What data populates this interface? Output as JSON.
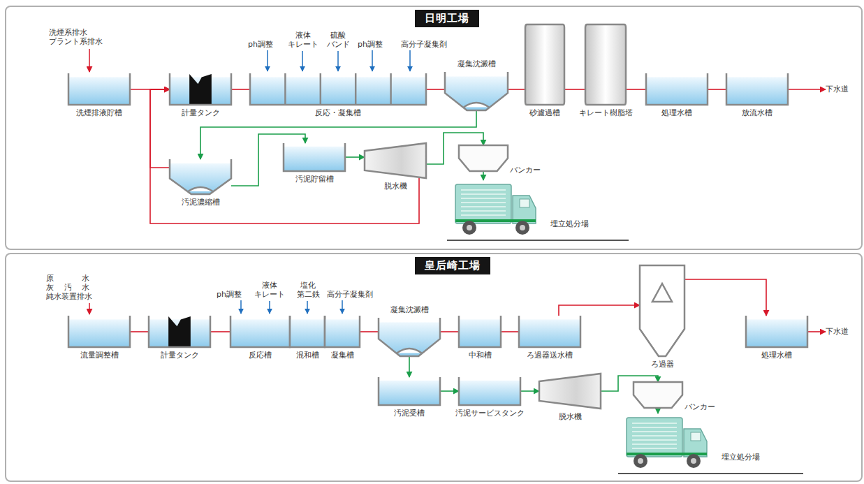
{
  "diagram": {
    "nodes": [
      {
        "text": [
          "日明工場"
        ]
      },
      {
        "text": [
          "洗煙排液貯槽"
        ],
        "in": 0
      },
      {
        "text": [
          "計量タンク"
        ],
        "in": 0
      },
      {
        "text": [
          "反応・凝集槽"
        ],
        "in": 0
      },
      {
        "text": [
          "凝集沈澱槽"
        ],
        "in": 0
      },
      {
        "text": [
          "砂濾過槽"
        ],
        "in": 0
      },
      {
        "text": [
          "キレート樹脂塔"
        ],
        "in": 0
      },
      {
        "text": [
          "処理水槽"
        ],
        "in": 0
      },
      {
        "text": [
          "放流水槽"
        ],
        "in": 0
      },
      {
        "text": [
          "下水道"
        ],
        "in": 0
      },
      {
        "text": [
          "汚泥濃縮槽"
        ],
        "in": 0
      },
      {
        "text": [
          "汚泥貯留槽"
        ],
        "in": 0
      },
      {
        "text": [
          "脱水機"
        ],
        "in": 0
      },
      {
        "text": [
          "バンカー"
        ],
        "in": 0
      },
      {
        "text": [
          "埋立処分場"
        ],
        "in": 0
      },
      {
        "text": [
          "皇后崎工場"
        ]
      },
      {
        "text": [
          "流量調整槽"
        ],
        "in": 15
      },
      {
        "text": [
          "計量タンク"
        ],
        "in": 15
      },
      {
        "text": [
          "反応槽"
        ],
        "in": 15
      },
      {
        "text": [
          "混和槽"
        ],
        "in": 15
      },
      {
        "text": [
          "凝集槽"
        ],
        "in": 15
      },
      {
        "text": [
          "凝集沈澱槽"
        ],
        "in": 15
      },
      {
        "text": [
          "中和槽"
        ],
        "in": 15
      },
      {
        "text": [
          "ろ過器送水槽"
        ],
        "in": 15
      },
      {
        "text": [
          "ろ過器"
        ],
        "in": 15
      },
      {
        "text": [
          "処理水槽"
        ],
        "in": 15
      },
      {
        "text": [
          "下水道"
        ],
        "in": 15
      },
      {
        "text": [
          "汚泥受槽"
        ],
        "in": 15
      },
      {
        "text": [
          "汚泥サービスタンク"
        ],
        "in": 15
      },
      {
        "text": [
          "脱水機"
        ],
        "in": 15
      },
      {
        "text": [
          "バンカー"
        ],
        "in": 15
      },
      {
        "text": [
          "埋立処分場"
        ],
        "in": 15
      }
    ],
    "edges": [
      {
        "from": 1,
        "to": 2,
        "arrow": "none"
      },
      {
        "from": 2,
        "to": 3,
        "arrow": "none"
      },
      {
        "from": 3,
        "to": 4,
        "arrow": "none"
      },
      {
        "from": 4,
        "to": 5,
        "arrow": "none"
      },
      {
        "from": 5,
        "to": 6,
        "arrow": "none"
      },
      {
        "from": 6,
        "to": 7,
        "arrow": "none"
      },
      {
        "from": 7,
        "to": 8,
        "arrow": "none"
      },
      {
        "from": 8,
        "to": 9,
        "arrow": "to"
      },
      {
        "from": 4,
        "to": 10,
        "arrow": "to"
      },
      {
        "from": 10,
        "to": 2,
        "arrow": "to"
      },
      {
        "from": 10,
        "to": 11,
        "arrow": "to"
      },
      {
        "from": 11,
        "to": 12,
        "arrow": "to"
      },
      {
        "from": 12,
        "to": 2,
        "arrow": "to"
      },
      {
        "from": 12,
        "to": 13,
        "arrow": "to"
      },
      {
        "from": 13,
        "to": 14,
        "arrow": "to"
      },
      {
        "from": 16,
        "to": 17,
        "arrow": "none"
      },
      {
        "from": 17,
        "to": 18,
        "arrow": "none"
      },
      {
        "from": 20,
        "to": 21,
        "arrow": "none"
      },
      {
        "from": 21,
        "to": 22,
        "arrow": "none"
      },
      {
        "from": 22,
        "to": 23,
        "arrow": "none"
      },
      {
        "from": 23,
        "to": 24,
        "arrow": "to"
      },
      {
        "from": 24,
        "to": 25,
        "arrow": "to"
      },
      {
        "from": 25,
        "to": 26,
        "arrow": "to"
      },
      {
        "from": 21,
        "to": 27,
        "arrow": "to"
      },
      {
        "from": 27,
        "to": 28,
        "arrow": "to"
      },
      {
        "from": 28,
        "to": 29,
        "arrow": "to"
      },
      {
        "from": 29,
        "to": 30,
        "arrow": "to"
      },
      {
        "from": 30,
        "to": 31,
        "arrow": "to"
      }
    ],
    "labels": [
      "洗煙系排水 プラント系排水",
      "ph調整",
      "液体 キレート",
      "硫酸 バンド",
      "ph調整",
      "高分子凝集剤",
      "原水",
      "灰汚水",
      "純水装置排水",
      "ph調整",
      "液体 キレート",
      "塩化 第二鉄",
      "高分子凝集剤"
    ]
  }
}
